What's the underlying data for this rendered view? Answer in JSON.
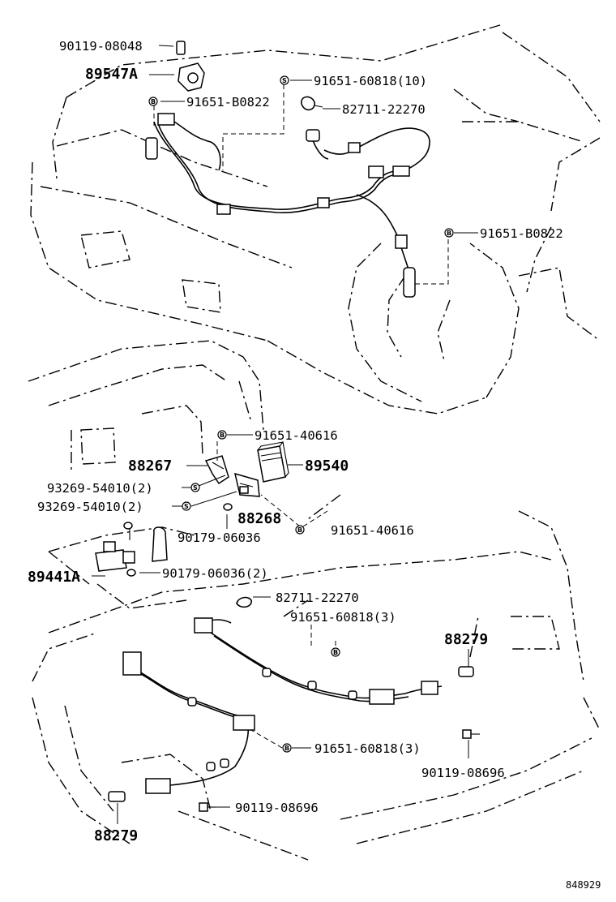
{
  "drawing_id": "848929",
  "top_section": {
    "labels": [
      {
        "id": "bolt-top",
        "text": "90119-08048"
      },
      {
        "id": "sensor-front-left",
        "text": "89547A"
      },
      {
        "id": "clamp-b-left",
        "text": "91651-B0822",
        "mark": "B"
      },
      {
        "id": "bolt-s-10",
        "text": "91651-60818(10)",
        "mark": "S"
      },
      {
        "id": "clip-top",
        "text": "82711-22270"
      },
      {
        "id": "clamp-b-right",
        "text": "91651-B0822",
        "mark": "B"
      }
    ]
  },
  "middle_section": {
    "labels": [
      {
        "id": "bolt-b-40616-top",
        "text": "91651-40616",
        "mark": "B"
      },
      {
        "id": "bracket-88267",
        "text": "88267"
      },
      {
        "id": "ecu-89540",
        "text": "89540"
      },
      {
        "id": "nut-s-1",
        "text": "93269-54010(2)",
        "mark": "S"
      },
      {
        "id": "nut-s-2",
        "text": "93269-54010(2)",
        "mark": "S"
      },
      {
        "id": "bracket-88268",
        "text": "88268"
      },
      {
        "id": "nut-90179",
        "text": "90179-06036"
      },
      {
        "id": "bolt-b-40616-bottom",
        "text": "91651-40616",
        "mark": "B"
      },
      {
        "id": "sensor-89441a",
        "text": "89441A"
      },
      {
        "id": "nut-90179-2",
        "text": "90179-06036(2)"
      }
    ]
  },
  "bottom_section": {
    "labels": [
      {
        "id": "clip-bottom",
        "text": "82711-22270"
      },
      {
        "id": "bolt-b-60818-3-top",
        "text": "91651-60818(3)",
        "mark": "B"
      },
      {
        "id": "cap-88279-right",
        "text": "88279"
      },
      {
        "id": "bolt-b-60818-3-bottom",
        "text": "91651-60818(3)",
        "mark": "B"
      },
      {
        "id": "bolt-90119-right",
        "text": "90119-08696"
      },
      {
        "id": "bolt-90119-left",
        "text": "90119-08696"
      },
      {
        "id": "cap-88279-left",
        "text": "88279"
      }
    ]
  }
}
